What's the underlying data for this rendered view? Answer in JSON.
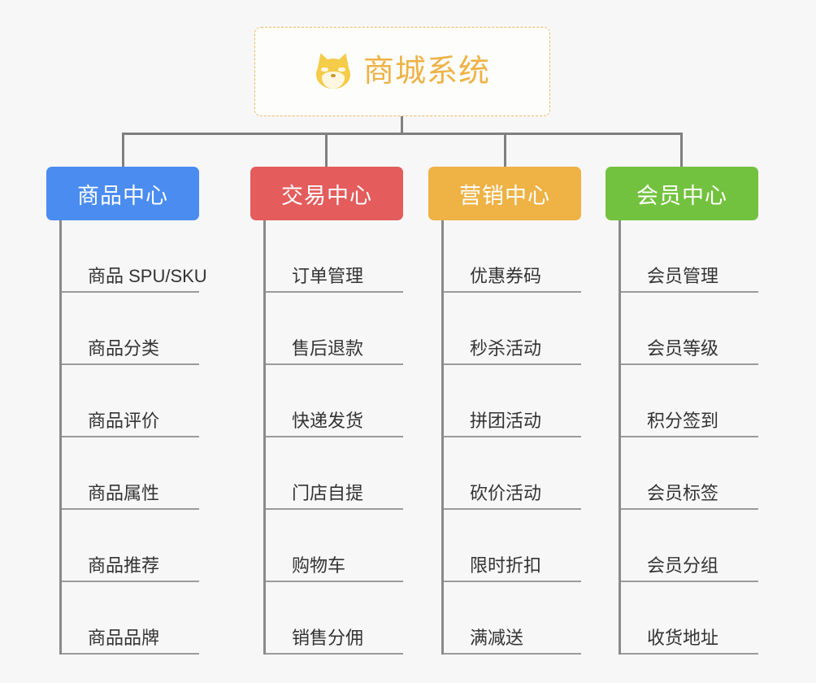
{
  "root": {
    "title": "商城系统",
    "icon": "shiba-dog-face-icon",
    "border_color": "#edbb62",
    "text_color": "#eeb245",
    "background": "#fdfdfc"
  },
  "canvas": {
    "background": "#f7f7f7",
    "connector_color": "#7f7f7f"
  },
  "columns": [
    {
      "title": "商品中心",
      "color": "#4a8cf0",
      "items": [
        {
          "label": "商品 SPU/SKU"
        },
        {
          "label": "商品分类"
        },
        {
          "label": "商品评价"
        },
        {
          "label": "商品属性"
        },
        {
          "label": "商品推荐"
        },
        {
          "label": "商品品牌"
        }
      ]
    },
    {
      "title": "交易中心",
      "color": "#e45c5c",
      "items": [
        {
          "label": "订单管理"
        },
        {
          "label": "售后退款"
        },
        {
          "label": "快递发货"
        },
        {
          "label": "门店自提"
        },
        {
          "label": "购物车"
        },
        {
          "label": "销售分佣"
        }
      ]
    },
    {
      "title": "营销中心",
      "color": "#eeb245",
      "items": [
        {
          "label": "优惠券码"
        },
        {
          "label": "秒杀活动"
        },
        {
          "label": "拼团活动"
        },
        {
          "label": "砍价活动"
        },
        {
          "label": "限时折扣"
        },
        {
          "label": "满减送"
        }
      ]
    },
    {
      "title": "会员中心",
      "color": "#73c23f",
      "items": [
        {
          "label": "会员管理"
        },
        {
          "label": "会员等级"
        },
        {
          "label": "积分签到"
        },
        {
          "label": "会员标签"
        },
        {
          "label": "会员分组"
        },
        {
          "label": "收货地址"
        }
      ]
    }
  ]
}
